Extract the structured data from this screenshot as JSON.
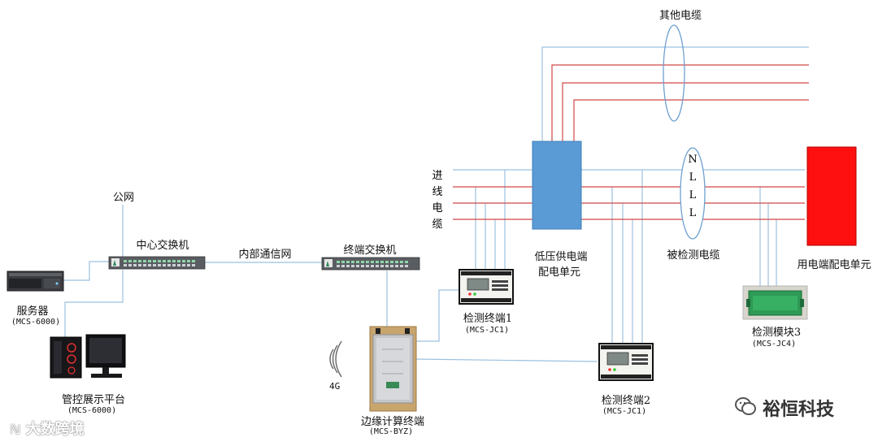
{
  "labels": {
    "public_net": "公网",
    "central_switch": "中心交换机",
    "internal_net": "内部通信网",
    "terminal_switch": "终端交换机",
    "server": "服务器",
    "server_model": "(MCS-6000)",
    "console": "管控展示平台",
    "console_model": "(MCS-6000)",
    "edge_terminal": "边缘计算终端",
    "edge_model": "(MCS-BYZ)",
    "signal_4g": "4G",
    "detect1": "检测终端1",
    "detect1_model": "(MCS-JC1)",
    "detect2": "检测终端2",
    "detect2_model": "(MCS-JC1)",
    "detect3": "检测模块3",
    "detect3_model": "(MCS-JC4)",
    "low_voltage_unit_1": "低压供电端",
    "low_voltage_unit_2": "配电单元",
    "user_unit": "用电端配电单元",
    "inspected_cable": "被检测电缆",
    "other_cable": "其他电缆",
    "incoming_cable": [
      "进",
      "线",
      "电",
      "缆"
    ],
    "nll": [
      "N",
      "L",
      "L",
      "L"
    ]
  },
  "branding": {
    "name": "裕恒科技",
    "watermark": "大数跨境"
  },
  "colors": {
    "wire_blue": "#9cc0e0",
    "wire_red": "#d24848",
    "unit_blue": "#5b9bd5",
    "unit_red": "#ff1010",
    "device_gray": "#5a5d62"
  }
}
